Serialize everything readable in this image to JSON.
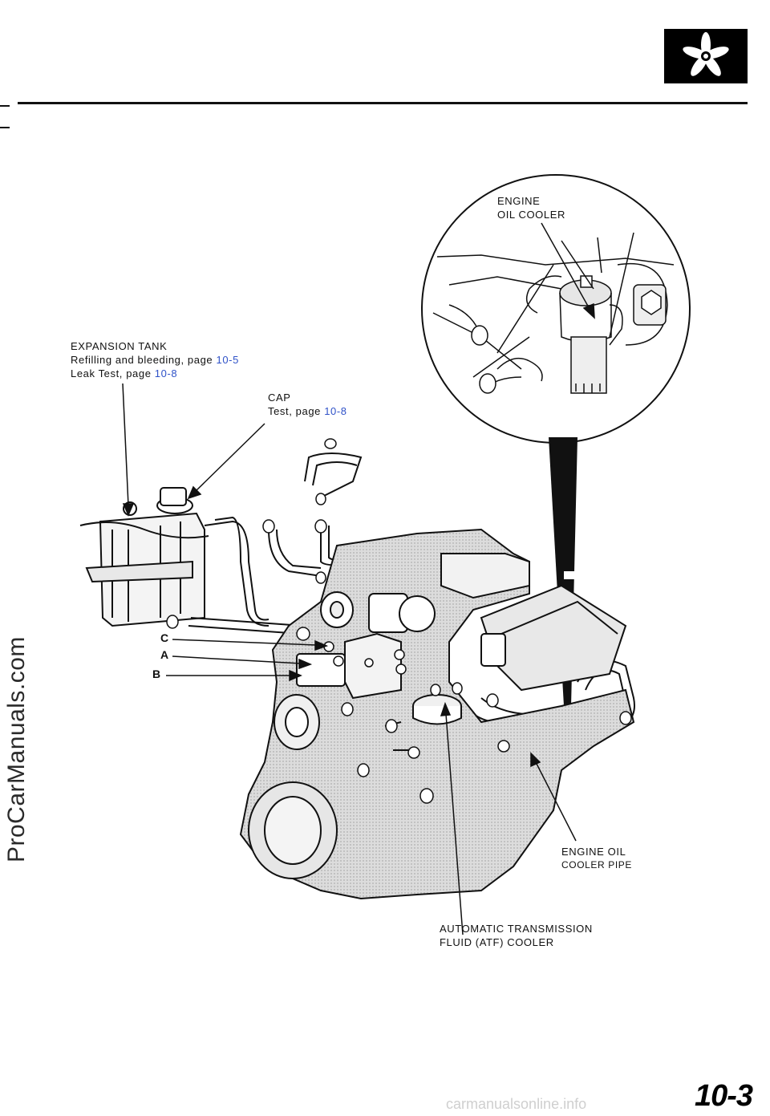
{
  "icon": "cooling-fan-icon",
  "labels": {
    "engine_oil_cooler_1": "ENGINE",
    "engine_oil_cooler_2": "OIL  COOLER",
    "expansion_tank": "EXPANSION  TANK",
    "refill_text": "Refilling  and  bleeding,  page",
    "refill_ref": "10-5",
    "leak_text": "Leak  Test,  page",
    "leak_ref": "10-8",
    "cap": "CAP",
    "cap_test_text": "Test, page",
    "cap_test_ref": "10-8",
    "letter_c": "C",
    "letter_a": "A",
    "letter_b": "B",
    "cooler_pipe_1": "ENGINE OIL",
    "cooler_pipe_2": "COOLER  PIPE",
    "atf_1": "AUTOMATIC  TRANSMISSION",
    "atf_2": "FLUID (ATF) COOLER"
  },
  "watermark": "ProCarManuals.com",
  "footer_watermark": "carmanualsonline.info",
  "page_number": "10-3"
}
